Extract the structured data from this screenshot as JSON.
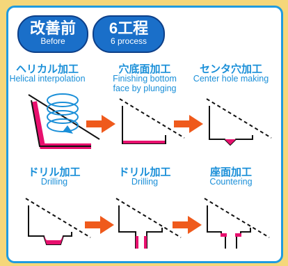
{
  "header": {
    "before_jp": "改善前",
    "before_en": "Before",
    "process_jp": "6工程",
    "process_en": "6 process"
  },
  "steps": [
    {
      "jp": "ヘリカル加工",
      "en_line1": "Helical interpolation",
      "en_line2": ""
    },
    {
      "jp": "穴底面加工",
      "en_line1": "Finishing bottom",
      "en_line2": "face by plunging"
    },
    {
      "jp": "センタ穴加工",
      "en_line1": "Center hole making",
      "en_line2": ""
    },
    {
      "jp": "ドリル加工",
      "en_line1": "Drilling",
      "en_line2": ""
    },
    {
      "jp": "ドリル加工",
      "en_line1": "Drilling",
      "en_line2": ""
    },
    {
      "jp": "座面加工",
      "en_line1": "Countering",
      "en_line2": ""
    }
  ],
  "colors": {
    "accent": "#e8106e",
    "arrow": "#ef5a1c",
    "title": "#1a8fd8",
    "pill": "#1a6fc9",
    "border": "#1e9be0"
  }
}
